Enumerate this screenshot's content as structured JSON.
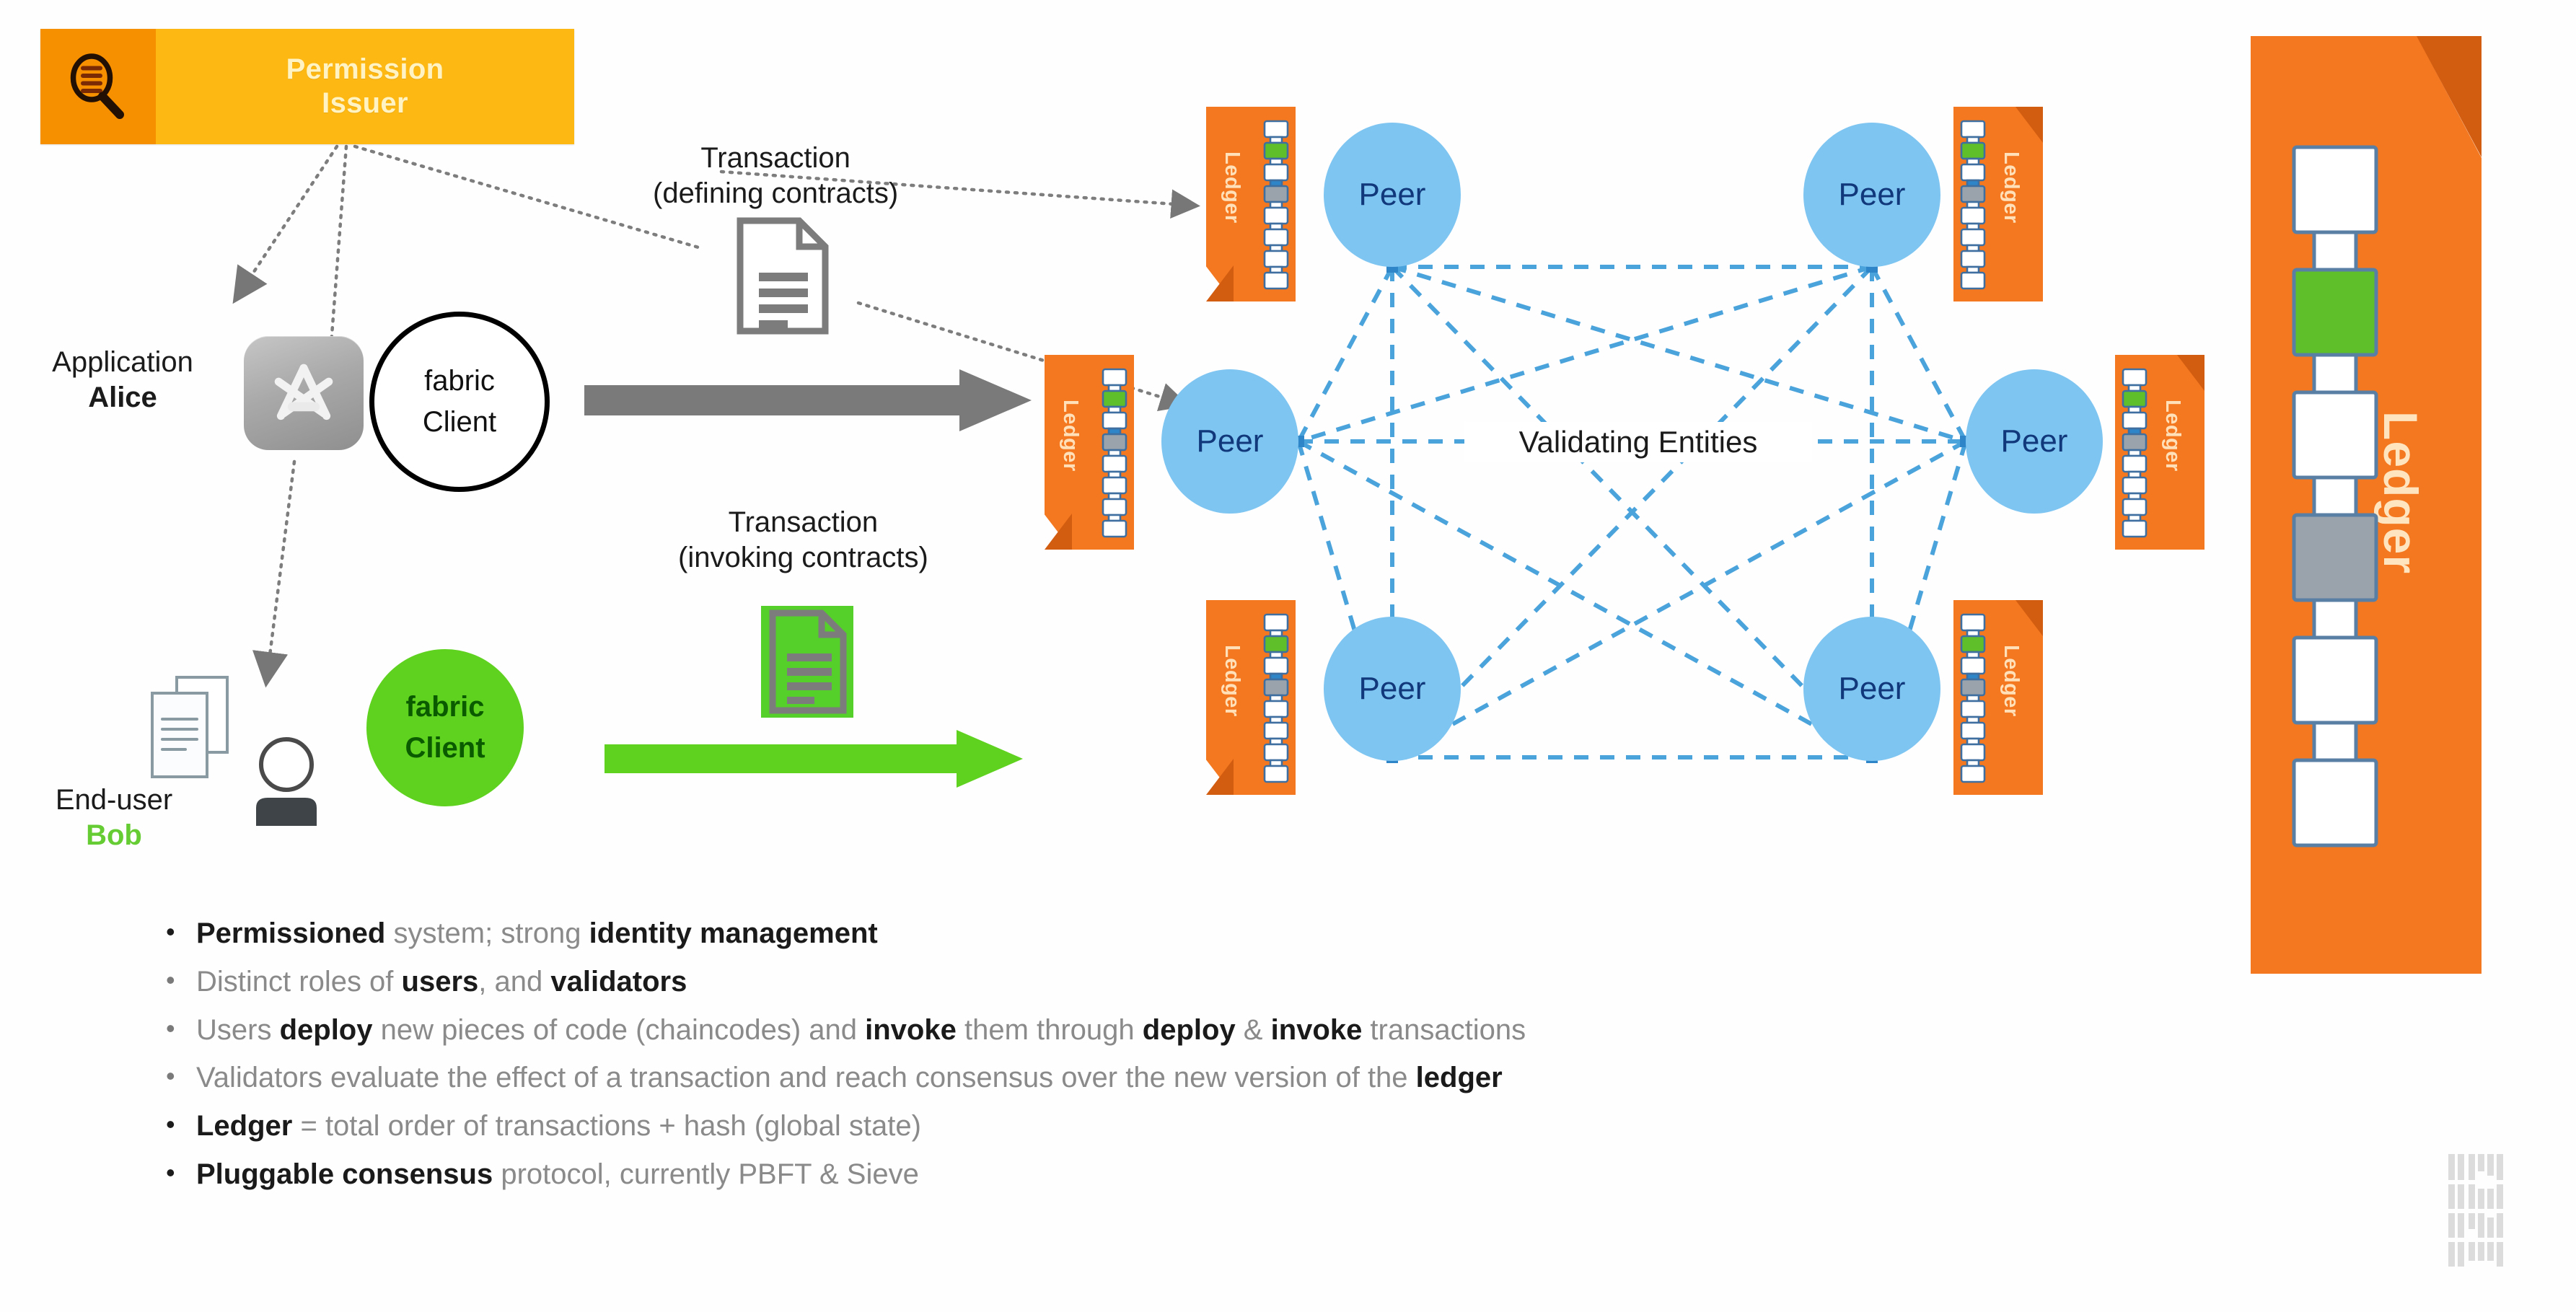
{
  "slide": {
    "permission_issuer": {
      "label_line1": "Permission",
      "label_line2": "Issuer",
      "icon": "magnifier-list-icon",
      "color_icon_cell": "#F79000",
      "color_body": "#FDB813",
      "text_color": "#FFF3C4"
    },
    "actors": {
      "application": {
        "role": "Application",
        "name": "Alice",
        "icon": "appstore-icon"
      },
      "enduser": {
        "role": "End-user",
        "name": "Bob",
        "name_color": "#66CC33",
        "icons": [
          "documents-icon",
          "person-icon"
        ]
      },
      "fabric_client_alice": {
        "line1": "fabric",
        "line2": "Client",
        "style": "outline"
      },
      "fabric_client_bob": {
        "line1": "fabric",
        "line2": "Client",
        "style": "filled",
        "color": "#5FD11F",
        "text_color": "#0a5a00"
      }
    },
    "transactions": [
      {
        "id": "deploy",
        "line1": "Transaction",
        "line2": "(defining contracts)",
        "doc_icon": "document-gray-icon",
        "arrow_color": "#7A7A7A"
      },
      {
        "id": "invoke",
        "line1": "Transaction",
        "line2": "(invoking contracts)",
        "doc_icon": "document-green-icon",
        "arrow_color": "#5FD11F"
      }
    ],
    "network": {
      "center_label": "Validating Entities",
      "peer_label": "Peer",
      "peer_color": "#7EC5F2",
      "peer_text_color": "#10387A",
      "link_color": "#4BA3DC",
      "peers": [
        {
          "id": "peer-top-left",
          "label": "Peer",
          "ledger_side": "left"
        },
        {
          "id": "peer-top-right",
          "label": "Peer",
          "ledger_side": "right"
        },
        {
          "id": "peer-mid-left",
          "label": "Peer",
          "ledger_side": "left"
        },
        {
          "id": "peer-mid-right",
          "label": "Peer",
          "ledger_side": "right"
        },
        {
          "id": "peer-bottom-left",
          "label": "Peer",
          "ledger_side": "left"
        },
        {
          "id": "peer-bottom-right",
          "label": "Peer",
          "ledger_side": "right"
        }
      ]
    },
    "ledger_badge": {
      "label": "Ledger",
      "body_color": "#F4781F",
      "fold_color": "#D25C10",
      "text_color": "#FFE0B8",
      "blocks": [
        "white",
        "green",
        "white",
        "blue",
        "gray",
        "white",
        "white",
        "white"
      ]
    },
    "big_ledger": {
      "label": "Ledger",
      "body_color": "#F4781F",
      "fold_color": "#D25C10",
      "text_color": "#FFE4C0",
      "blocks": [
        "white",
        "green",
        "white",
        "gray",
        "white",
        "white",
        "white"
      ]
    },
    "bullets": [
      {
        "strong": true,
        "parts": [
          {
            "t": "Permissioned ",
            "b": true
          },
          {
            "t": " system; strong ",
            "b": false
          },
          {
            "t": "identity management",
            "b": true
          }
        ]
      },
      {
        "strong": false,
        "parts": [
          {
            "t": "Distinct roles of ",
            "b": false
          },
          {
            "t": "users",
            "b": true
          },
          {
            "t": ", and ",
            "b": false
          },
          {
            "t": "validators",
            "b": true
          }
        ]
      },
      {
        "strong": false,
        "parts": [
          {
            "t": "Users ",
            "b": false
          },
          {
            "t": "deploy",
            "b": true
          },
          {
            "t": " new pieces of code (chaincodes) and ",
            "b": false
          },
          {
            "t": "invoke",
            "b": true
          },
          {
            "t": " them through ",
            "b": false
          },
          {
            "t": "deploy",
            "b": true
          },
          {
            "t": " & ",
            "b": false
          },
          {
            "t": "invoke",
            "b": true
          },
          {
            "t": " transactions",
            "b": false
          }
        ]
      },
      {
        "strong": false,
        "parts": [
          {
            "t": "Validators evaluate the effect of a transaction and reach consensus over the new version of the ",
            "b": false
          },
          {
            "t": "ledger",
            "b": true
          }
        ]
      },
      {
        "strong": true,
        "parts": [
          {
            "t": "Ledger",
            "b": true
          },
          {
            "t": " = total order of transactions + hash (global state)",
            "b": false
          }
        ]
      },
      {
        "strong": true,
        "parts": [
          {
            "t": "Pluggable consensus",
            "b": true
          },
          {
            "t": " protocol, currently PBFT  & Sieve",
            "b": false
          }
        ]
      }
    ],
    "bullet_marker": "•",
    "logo": {
      "name": "ibm-logo",
      "color": "#D8D8D8"
    }
  }
}
